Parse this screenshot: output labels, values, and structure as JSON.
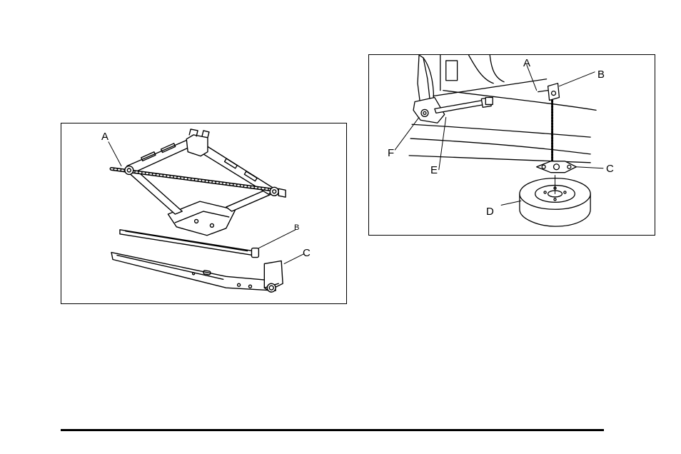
{
  "figure_jack": {
    "callouts": {
      "a": "A",
      "b": "B",
      "c": "C"
    }
  },
  "figure_spare": {
    "callouts": {
      "a": "A",
      "b": "B",
      "c": "C",
      "d": "D",
      "e": "E",
      "f": "F"
    }
  },
  "colors": {
    "ink": "#000000",
    "paper": "#ffffff",
    "shade": "#e6e6e6"
  }
}
